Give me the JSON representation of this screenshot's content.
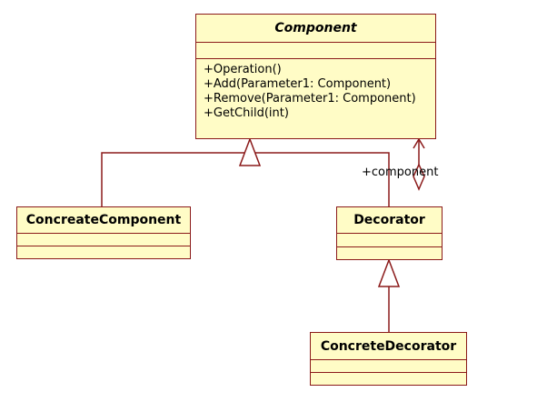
{
  "component": {
    "name": "Component",
    "operations": [
      "+Operation()",
      "+Add(Parameter1: Component)",
      "+Remove(Parameter1: Component)",
      "+GetChild(int)"
    ]
  },
  "concrete_component": {
    "name": "ConcreateComponent"
  },
  "decorator": {
    "name": "Decorator"
  },
  "concrete_decorator": {
    "name": "ConcreteDecorator"
  },
  "association": {
    "role": "+component"
  },
  "colors": {
    "fill": "#fffcc6",
    "line": "#8b1a1a"
  }
}
